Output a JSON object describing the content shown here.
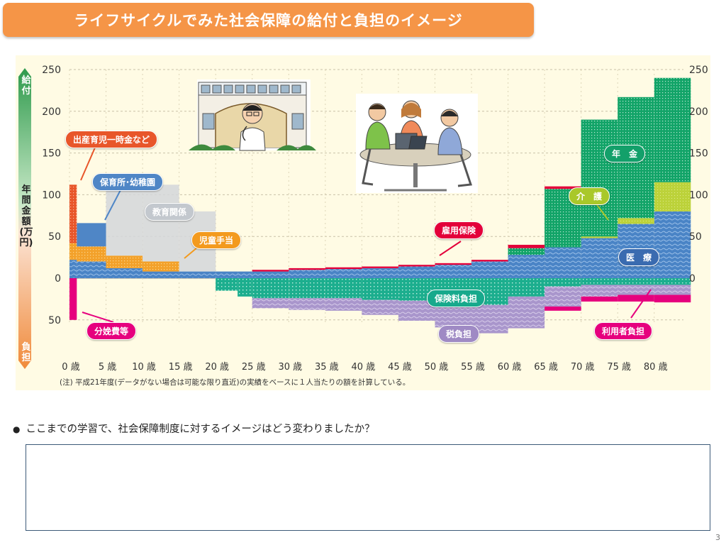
{
  "page": {
    "title": "ライフサイクルでみた社会保障の給付と負担のイメージ",
    "question": "ここまでの学習で、社会保障制度に対するイメージはどう変わりましたか？",
    "page_number": "3"
  },
  "figure": {
    "axis_top_label": "給付",
    "axis_mid_label": "年間金額(万円)",
    "axis_bottom_label": "負担",
    "note": "(注) 平成21年度(データがない場合は可能な限り直近)の実績をベースに１人当たりの額を計算している。",
    "callouts": [
      {
        "id": "birth",
        "text": "出産育児一時金など",
        "color": "#e8562a"
      },
      {
        "id": "nursery",
        "text": "保育所･幼稚園",
        "color": "#4f86c6"
      },
      {
        "id": "education",
        "text": "教育関係",
        "color": "#b5bcc4"
      },
      {
        "id": "child",
        "text": "児童手当",
        "color": "#f39a1e"
      },
      {
        "id": "employment",
        "text": "雇用保険",
        "color": "#e3003a"
      },
      {
        "id": "pension",
        "text": "年　金",
        "color": "#13a06a"
      },
      {
        "id": "care",
        "text": "介　護",
        "color": "#a9c82a"
      },
      {
        "id": "medical",
        "text": "医　療",
        "color": "#3a6bb0"
      },
      {
        "id": "premium",
        "text": "保険料負担",
        "color": "#17a98c"
      },
      {
        "id": "tax",
        "text": "税負担",
        "color": "#9f8ac4"
      },
      {
        "id": "delivery",
        "text": "分娩費等",
        "color": "#e6007e"
      },
      {
        "id": "user",
        "text": "利用者負担",
        "color": "#e6007e"
      }
    ]
  },
  "colors": {
    "title_bg": "#f59547",
    "figure_bg": "#fffbe4",
    "pension": "#12a468",
    "medical": "#4a84c6",
    "care": "#bcd23a",
    "employment": "#e3003a",
    "premium": "#1cae8e",
    "tax": "#a996cc",
    "education": "#d3d6db",
    "nursery": "#4f86c6",
    "child": "#f3a12a",
    "birth": "#e8562a",
    "delivery": "#e6007e"
  },
  "chart_data": {
    "type": "area",
    "title": "",
    "xlabel": "",
    "ylabel": "年間金額(万円)",
    "x_ticks": [
      "0 歳",
      "5 歳",
      "10 歳",
      "15 歳",
      "20 歳",
      "25 歳",
      "30 歳",
      "35 歳",
      "40 歳",
      "45 歳",
      "50 歳",
      "55 歳",
      "60 歳",
      "65 歳",
      "70 歳",
      "75 歳",
      "80 歳"
    ],
    "xlim": [
      0,
      84
    ],
    "y_ticks_left": [
      "250",
      "200",
      "150",
      "100",
      "50",
      "0",
      "50"
    ],
    "y_ticks_right": [
      "250",
      "200",
      "150",
      "100",
      "50",
      "0"
    ],
    "ylim": [
      -55,
      250
    ],
    "grid": true,
    "age_bins": [
      0,
      1,
      5,
      10,
      15,
      20,
      23,
      25,
      30,
      35,
      40,
      45,
      50,
      55,
      60,
      65,
      70,
      75,
      80,
      85
    ],
    "series": [
      {
        "name": "医　療",
        "direction": "benefit",
        "values": [
          22,
          20,
          12,
          8,
          8,
          8,
          8,
          8,
          10,
          11,
          12,
          14,
          16,
          20,
          28,
          37,
          48,
          65,
          80
        ]
      },
      {
        "name": "介　護",
        "direction": "benefit",
        "values": [
          0,
          0,
          0,
          0,
          0,
          0,
          0,
          0,
          0,
          0,
          0,
          0,
          0,
          0,
          0,
          0,
          2,
          7,
          35
        ]
      },
      {
        "name": "年　金",
        "direction": "benefit",
        "values": [
          0,
          0,
          0,
          0,
          0,
          0,
          0,
          0,
          0,
          0,
          0,
          0,
          0,
          0,
          8,
          70,
          140,
          145,
          125
        ]
      },
      {
        "name": "雇用保険",
        "direction": "benefit",
        "values": [
          0,
          0,
          0,
          0,
          0,
          0,
          0,
          2,
          2,
          2,
          2,
          2,
          2,
          2,
          4,
          3,
          0,
          0,
          0
        ]
      },
      {
        "name": "児童手当",
        "direction": "benefit",
        "values": [
          20,
          18,
          15,
          12,
          0,
          0,
          0,
          0,
          0,
          0,
          0,
          0,
          0,
          0,
          0,
          0,
          0,
          0,
          0
        ]
      },
      {
        "name": "保育所･幼稚園",
        "direction": "benefit",
        "values": [
          0,
          28,
          0,
          0,
          0,
          0,
          0,
          0,
          0,
          0,
          0,
          0,
          0,
          0,
          0,
          0,
          0,
          0,
          0
        ]
      },
      {
        "name": "出産育児一時金など",
        "direction": "benefit",
        "values": [
          70,
          0,
          0,
          0,
          0,
          0,
          0,
          0,
          0,
          0,
          0,
          0,
          0,
          0,
          0,
          0,
          0,
          0,
          0
        ]
      },
      {
        "name": "教育関係",
        "direction": "benefit",
        "values": [
          0,
          0,
          92,
          92,
          72,
          0,
          0,
          0,
          0,
          0,
          0,
          0,
          0,
          0,
          0,
          0,
          0,
          0,
          0
        ]
      },
      {
        "name": "保険料負担",
        "direction": "burden",
        "values": [
          0,
          0,
          0,
          0,
          0,
          15,
          22,
          24,
          24,
          24,
          26,
          27,
          29,
          32,
          22,
          10,
          8,
          8,
          8
        ]
      },
      {
        "name": "税負担",
        "direction": "burden",
        "values": [
          0,
          0,
          0,
          0,
          0,
          0,
          0,
          12,
          14,
          15,
          18,
          24,
          30,
          34,
          38,
          24,
          14,
          12,
          12
        ]
      },
      {
        "name": "利用者負担",
        "direction": "burden",
        "values": [
          0,
          0,
          0,
          0,
          0,
          0,
          0,
          0,
          0,
          0,
          0,
          0,
          0,
          0,
          0,
          5,
          6,
          8,
          9
        ]
      },
      {
        "name": "分娩費等",
        "direction": "burden",
        "values": [
          50,
          0,
          0,
          0,
          0,
          0,
          0,
          0,
          0,
          0,
          0,
          0,
          0,
          0,
          0,
          0,
          0,
          0,
          0
        ]
      }
    ]
  }
}
